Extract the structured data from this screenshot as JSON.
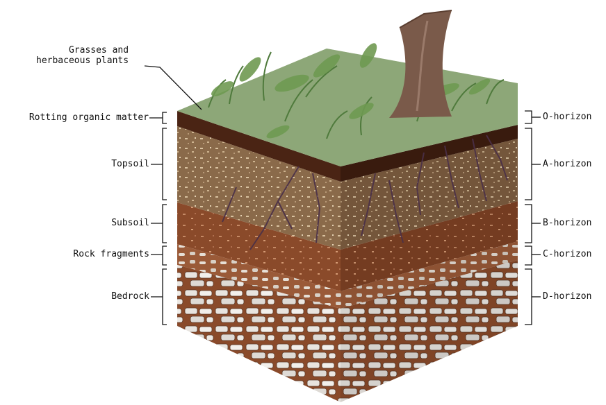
{
  "left_labels": {
    "grasses_line1": "Grasses and",
    "grasses_line2": "herbaceous plants",
    "rotting": "Rotting organic matter",
    "topsoil": "Topsoil",
    "subsoil": "Subsoil",
    "rock_fragments": "Rock fragments",
    "bedrock": "Bedrock"
  },
  "right_labels": {
    "o_horizon": "O-horizon",
    "a_horizon": "A-horizon",
    "b_horizon": "B-horizon",
    "c_horizon": "C-horizon",
    "d_horizon": "D-horizon"
  },
  "colors": {
    "grass": "#7f9a6c",
    "organic": "#4a2414",
    "topsoil": "#8a6a4a",
    "subsoil": "#8a4a2a",
    "rock": "#9a6040",
    "bedrock_stone": "#e4e0dc",
    "trunk": "#7a5a4a"
  }
}
